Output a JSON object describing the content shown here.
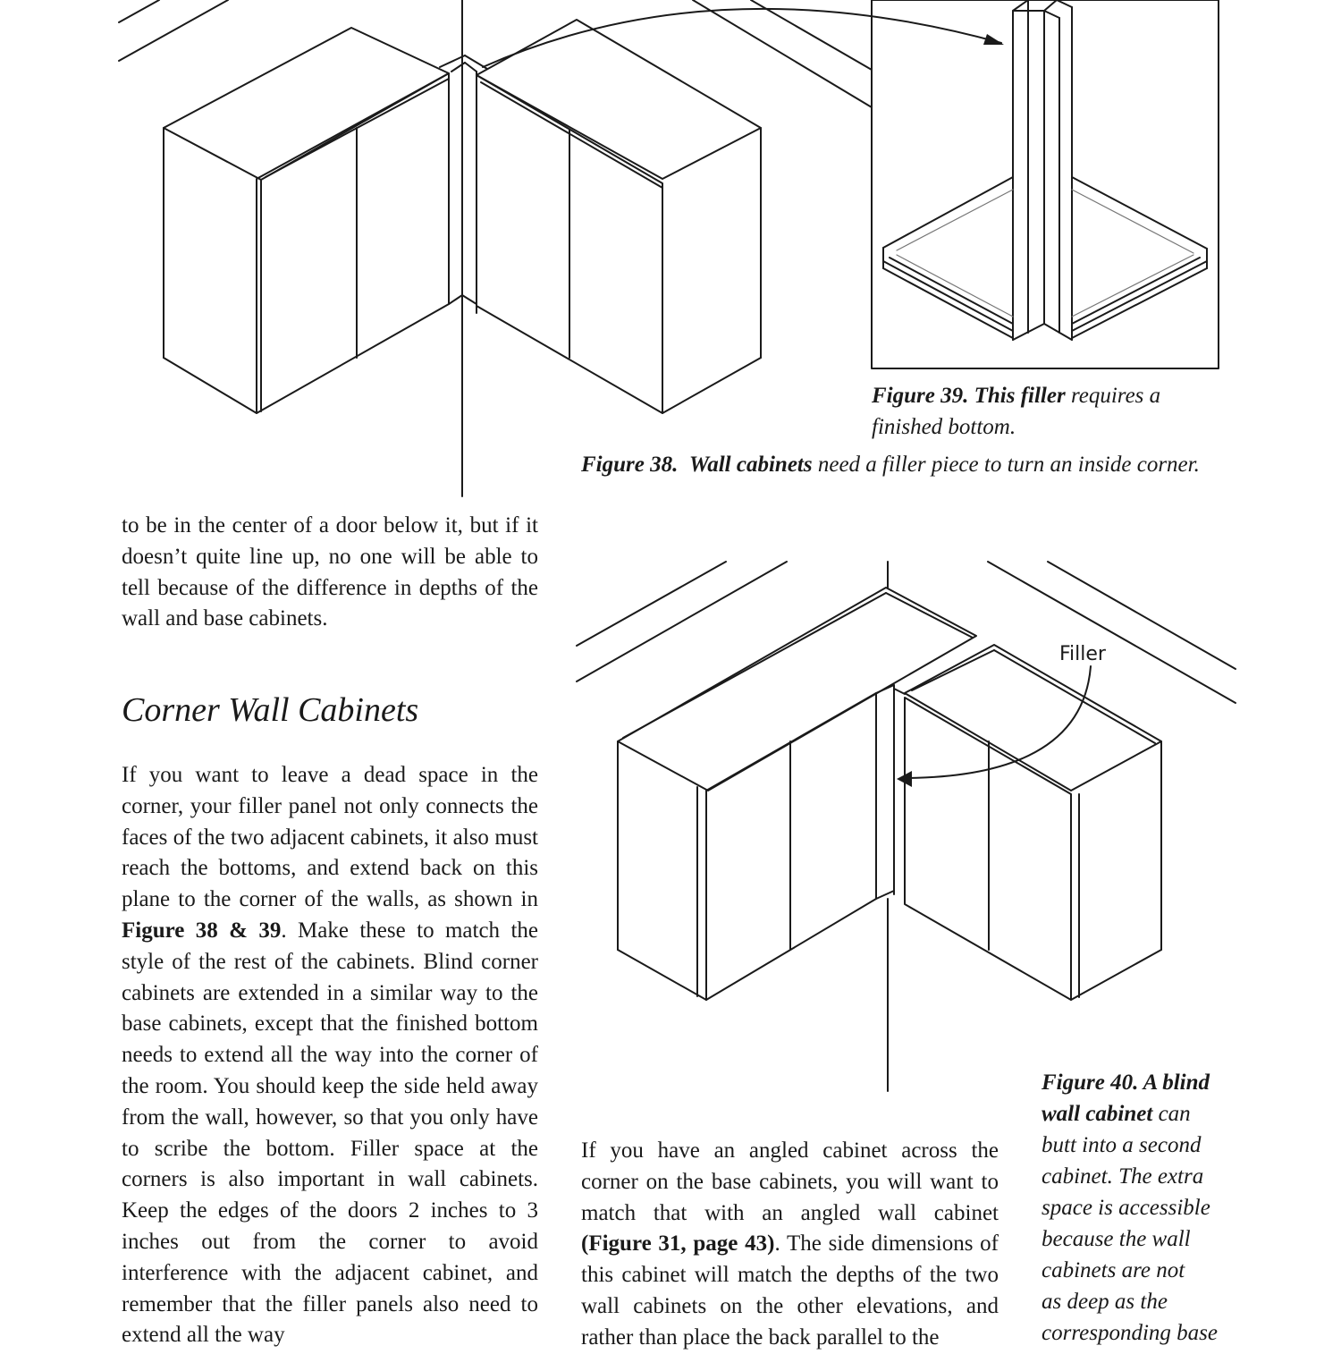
{
  "fig38": {
    "num": "Figure 38.",
    "bold": "Wall cabinets",
    "rest": " need a filler piece to turn an inside corner."
  },
  "fig39": {
    "bold": "Figure 39. This filler",
    "rest1": " requires a",
    "rest2": "finished bottom."
  },
  "fig40": {
    "bold1": "Figure 40.  A blind",
    "bold2": "wall cabinet",
    "l2rest": " can",
    "l3": "butt into a second",
    "l4": "cabinet. The extra",
    "l5": "space is accessible",
    "l6": "because the wall",
    "l7": "cabinets are not",
    "l8": "as deep as the",
    "l9": "corresponding base"
  },
  "fig40_label": "Filler",
  "intro_text": "to be in the center of a door below it, but if it doesn’t quite line up, no one will be able to tell because of the difference in depths of the wall and base cabinets.",
  "section_title": "Corner Wall Cabinets",
  "left_column": {
    "part1": "If you want to leave a dead space in the corner, your filler panel not only connects the faces of the two adjacent cabinets, it also must reach the bottoms, and extend back on this plane to the corner of the walls, as shown in ",
    "ref": "Figure 38 & 39",
    "part2": ". Make these to match the style of the rest of the cabi­nets. Blind corner cabinets are extended in a similar way to the base cabinets, except that the finished bottom needs to extend all the way into the corner of the room. You should keep the side held away from the wall, however, so that you only have to scribe the bottom. Filler space at the corners is also important in wall cabinets. Keep the edges of the doors 2 inches to 3 inches out from the corner to avoid interference with the adjacent cabinet, and remember that the filler panels also need to extend all the way"
  },
  "right_column": {
    "part1": "If you have an angled cabinet across the corner on the base cabinets, you will want to match that with an angled wall cabinet ",
    "ref": "(Figure 31, page 43)",
    "part2": ".  The side dimensions of this cabinet will match the depths of the two wall cabinets on the other elevations, and rather than place the back parallel to the"
  }
}
